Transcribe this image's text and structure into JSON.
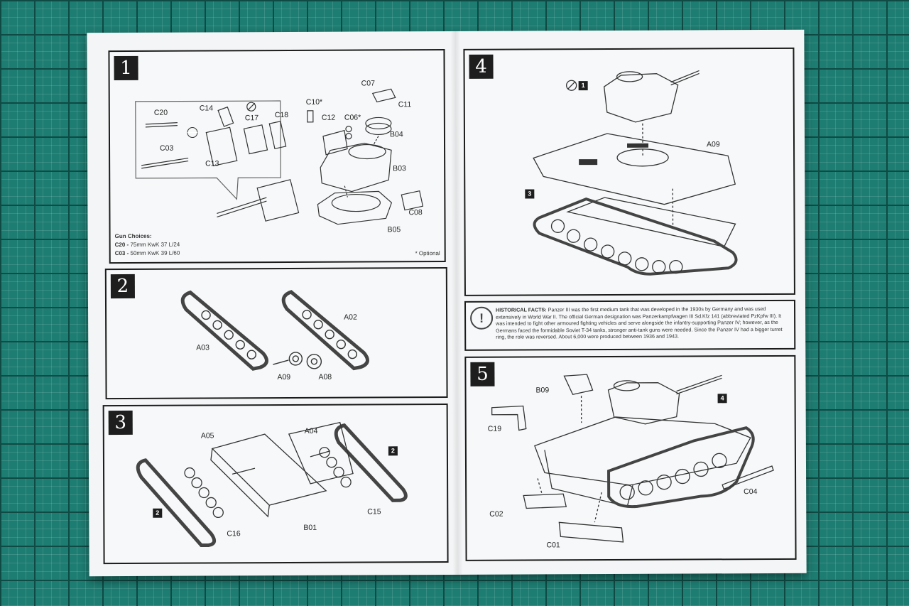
{
  "steps": {
    "s1": {
      "number": "1",
      "parts": [
        "C20",
        "C14",
        "C17",
        "C18",
        "C03",
        "C13",
        "C10*",
        "C12",
        "C06*",
        "C07",
        "C11",
        "B04",
        "B03",
        "C08",
        "B05"
      ],
      "gun_choices_title": "Gun Choices:",
      "gun_c20_code": "C20 -",
      "gun_c20_desc": "75mm KwK 37 L/24",
      "gun_c03_code": "C03 -",
      "gun_c03_desc": "50mm KwK 39 L/60",
      "optional_note": "* Optional"
    },
    "s2": {
      "number": "2",
      "parts": [
        "A03",
        "A02",
        "A09",
        "A08"
      ]
    },
    "s3": {
      "number": "3",
      "parts": [
        "A05",
        "A04",
        "C15",
        "C16",
        "B01"
      ],
      "ref_a": "2",
      "ref_b": "2"
    },
    "s4": {
      "number": "4",
      "parts": [
        "A09"
      ],
      "ref_turret": "1",
      "ref_hull": "3"
    },
    "s5": {
      "number": "5",
      "parts": [
        "B09",
        "C19",
        "C04",
        "C02",
        "C01"
      ],
      "ref": "4"
    }
  },
  "historical": {
    "heading": "HISTORICAL FACTS:",
    "body": "Panzer III was the first medium tank that was developed in the 1930s by Germany and was used extensively in World War II. The official German designation was Panzerkampfwagen III Sd.Kfz 141 (abbreviated PzKpfw III). It was intended to fight other armoured fighting vehicles and serve alongside the infantry-supporting Panzer IV; however, as the Germans faced the formidable Soviet T-34 tanks, stronger anti-tank guns were needed. Since the Panzer IV had a bigger turret ring, the role was reversed. About 6,000 were produced between 1936 and 1943."
  },
  "colors": {
    "mat": "#1e7d72",
    "paper": "#f3f5f6",
    "ink": "#1c1c1c"
  }
}
